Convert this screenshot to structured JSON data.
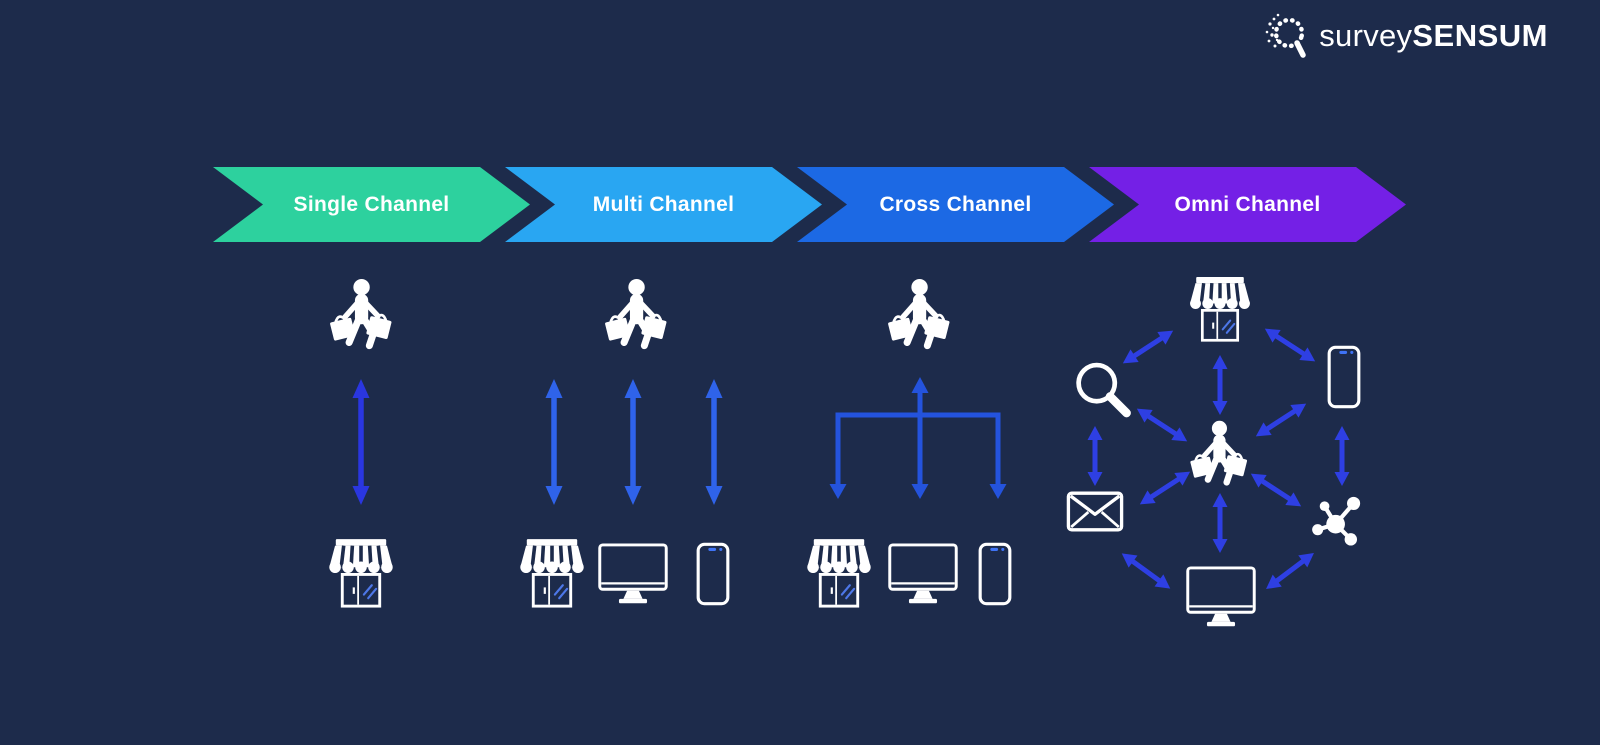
{
  "background_color": "#1d2b4b",
  "logo": {
    "icon": "magnifier-dots-icon",
    "part1": "survey",
    "part2": "SENSUM"
  },
  "funnel": {
    "stages": [
      {
        "label": "Single Channel",
        "color": "#2dd19e"
      },
      {
        "label": "Multi Channel",
        "color": "#29a6f2"
      },
      {
        "label": "Cross Channel",
        "color": "#1c69e4"
      },
      {
        "label": "Omni Channel",
        "color": "#7420e6"
      }
    ]
  },
  "arrow_colors": {
    "single": "#2a36e0",
    "multi": "#2f63ea",
    "cross": "#2453dd",
    "omni": "#2e3fe3"
  },
  "diagrams": [
    {
      "stage": "Single Channel",
      "customer_icon": "shopper-icon",
      "touchpoint_icons": [
        "store-icon"
      ],
      "arrows": "one two-way arrow"
    },
    {
      "stage": "Multi Channel",
      "customer_icon": "shopper-icon",
      "touchpoint_icons": [
        "store-icon",
        "desktop-icon",
        "mobile-icon"
      ],
      "arrows": "three separate two-way arrows"
    },
    {
      "stage": "Cross Channel",
      "customer_icon": "shopper-icon",
      "touchpoint_icons": [
        "store-icon",
        "desktop-icon",
        "mobile-icon"
      ],
      "arrows": "single branched flow"
    },
    {
      "stage": "Omni Channel",
      "customer_icon": "shopper-icon",
      "touchpoint_icons": [
        "store-icon",
        "mobile-icon",
        "network-icon",
        "desktop-icon",
        "email-icon",
        "search-icon"
      ],
      "arrows": "interconnected two-way arrows"
    }
  ]
}
